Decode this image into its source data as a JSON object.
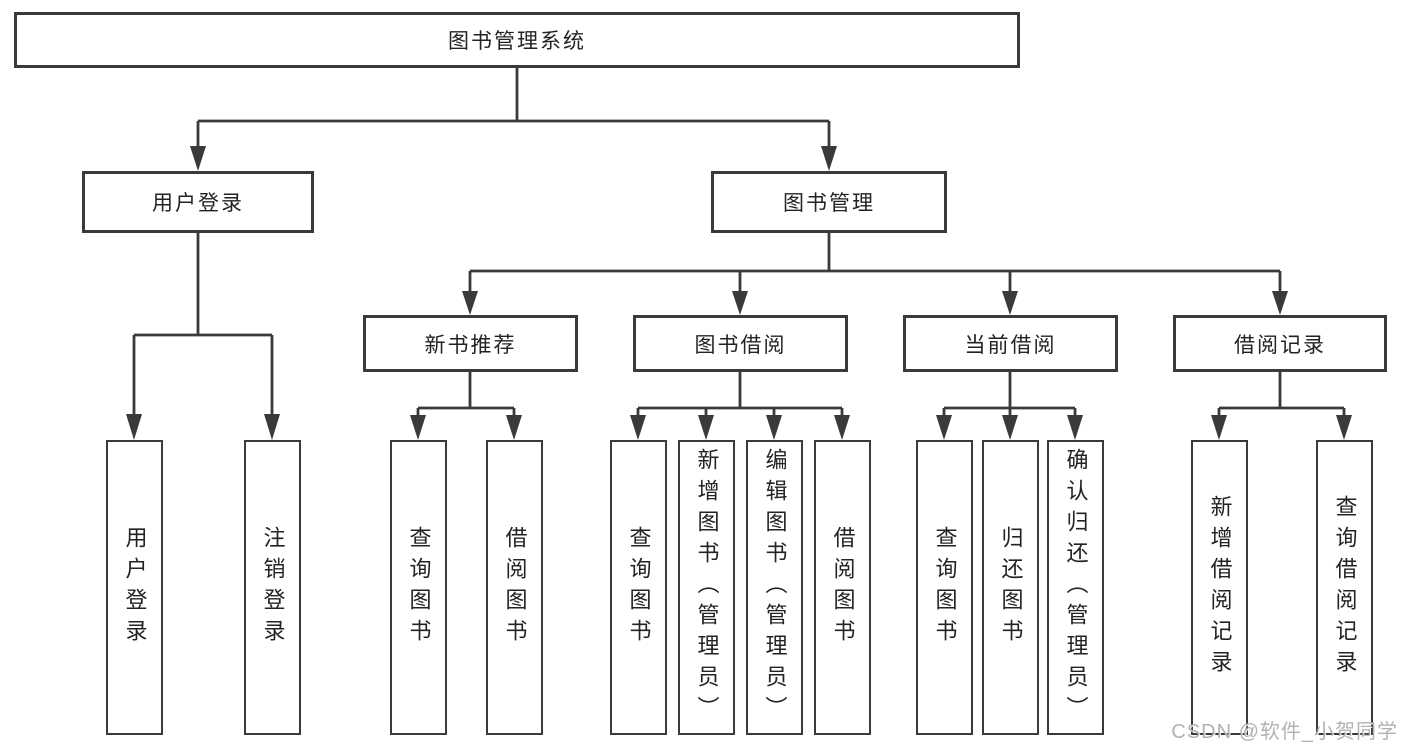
{
  "diagram": {
    "root": {
      "label": "图书管理系统"
    },
    "level2": [
      {
        "label": "用户登录"
      },
      {
        "label": "图书管理"
      }
    ],
    "level3": [
      {
        "label": "新书推荐"
      },
      {
        "label": "图书借阅"
      },
      {
        "label": "当前借阅"
      },
      {
        "label": "借阅记录"
      }
    ],
    "leaves": {
      "user_login": [
        {
          "label": "用户登录"
        },
        {
          "label": "注销登录"
        }
      ],
      "new_book_recommend": [
        {
          "label": "查询图书"
        },
        {
          "label": "借阅图书"
        }
      ],
      "book_borrowing": [
        {
          "label": "查询图书"
        },
        {
          "label": "新增图书（管理员）"
        },
        {
          "label": "编辑图书（管理员）"
        },
        {
          "label": "借阅图书"
        }
      ],
      "current_borrowing": [
        {
          "label": "查询图书"
        },
        {
          "label": "归还图书"
        },
        {
          "label": "确认归还（管理员）"
        }
      ],
      "borrowing_records": [
        {
          "label": "新增借阅记录"
        },
        {
          "label": "查询借阅记录"
        }
      ]
    },
    "watermark": "CSDN @软件_小贺同学",
    "colors": {
      "line": "#3a3a3a",
      "box_border": "#3a3a3a",
      "box_fill": "#ffffff",
      "text": "#232323",
      "watermark": "#a4a4a4"
    }
  }
}
